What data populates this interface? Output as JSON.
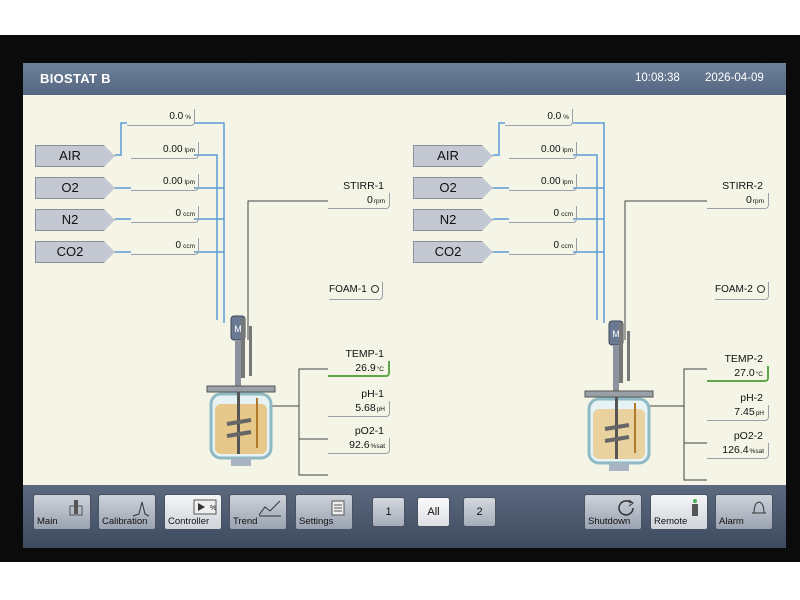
{
  "header": {
    "title": "BIOSTAT B",
    "time": "10:08:38",
    "date": "2026-04-09"
  },
  "units": [
    {
      "gas_top": {
        "value": "0.0",
        "unit": "%"
      },
      "gases": [
        {
          "label": "AIR",
          "value": "0.00",
          "unit": "lpm"
        },
        {
          "label": "O2",
          "value": "0.00",
          "unit": "lpm"
        },
        {
          "label": "N2",
          "value": "0",
          "unit": "ccm"
        },
        {
          "label": "CO2",
          "value": "0",
          "unit": "ccm"
        }
      ],
      "stirr": {
        "label": "STIRR-1",
        "value": "0",
        "unit": "rpm"
      },
      "foam": {
        "label": "FOAM-1"
      },
      "temp": {
        "label": "TEMP-1",
        "value": "26.9",
        "unit": "°C"
      },
      "ph": {
        "label": "pH-1",
        "value": "5.68",
        "unit": "pH"
      },
      "po2": {
        "label": "pO2-1",
        "value": "92.6",
        "unit": "%sat"
      }
    },
    {
      "gas_top": {
        "value": "0.0",
        "unit": "%"
      },
      "gases": [
        {
          "label": "AIR",
          "value": "0.00",
          "unit": "lpm"
        },
        {
          "label": "O2",
          "value": "0.00",
          "unit": "lpm"
        },
        {
          "label": "N2",
          "value": "0",
          "unit": "ccm"
        },
        {
          "label": "CO2",
          "value": "0",
          "unit": "ccm"
        }
      ],
      "stirr": {
        "label": "STIRR-2",
        "value": "0",
        "unit": "rpm"
      },
      "foam": {
        "label": "FOAM-2"
      },
      "temp": {
        "label": "TEMP-2",
        "value": "27.0",
        "unit": "°C"
      },
      "ph": {
        "label": "pH-2",
        "value": "7.45",
        "unit": "pH"
      },
      "po2": {
        "label": "pO2-2",
        "value": "126.4",
        "unit": "%sat"
      }
    }
  ],
  "footer": {
    "nav": [
      {
        "label": "Main",
        "icon": "vessel-icon"
      },
      {
        "label": "Calibration",
        "icon": "calibration-icon"
      },
      {
        "label": "Controller",
        "icon": "controller-icon"
      },
      {
        "label": "Trend",
        "icon": "trend-icon"
      },
      {
        "label": "Settings",
        "icon": "settings-icon"
      }
    ],
    "units": [
      "1",
      "All",
      "2"
    ],
    "actions": [
      {
        "label": "Shutdown",
        "icon": "shutdown-icon"
      },
      {
        "label": "Remote",
        "icon": "remote-icon"
      },
      {
        "label": "Alarm",
        "icon": "bell-icon"
      }
    ],
    "controller_icon_text": "%"
  },
  "colors": {
    "line_blue": "#5b9bd5",
    "line_dark": "#333333",
    "temp_active": "#5fa64a"
  }
}
